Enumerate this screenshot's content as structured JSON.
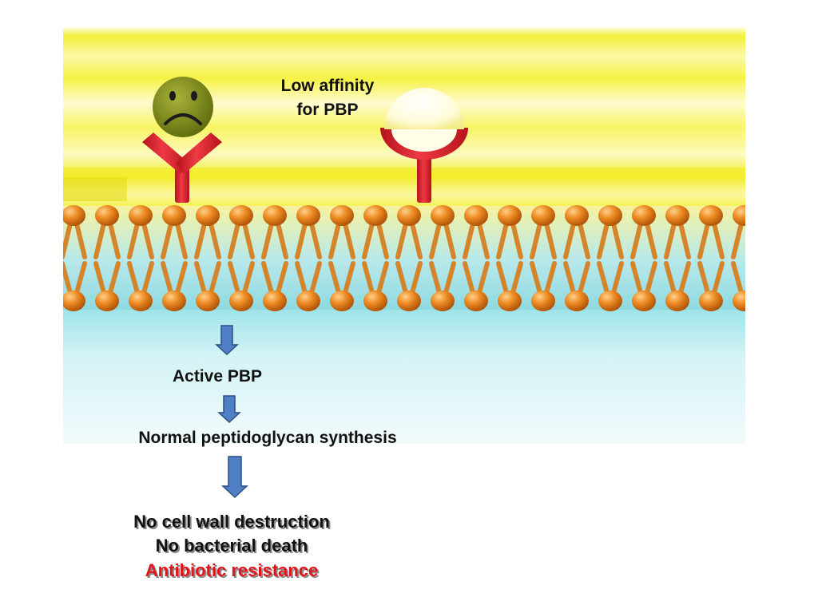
{
  "labels": {
    "affinity_line1": "Low affinity",
    "affinity_line2": "for PBP",
    "active_pbp": "Active PBP",
    "synthesis": "Normal peptidoglycan synthesis"
  },
  "outcomes": {
    "line1": "No cell wall destruction",
    "line2": "No bacterial death",
    "line3": "Antibiotic resistance"
  },
  "colors": {
    "outside_band": "#f7f241",
    "inside_band": "#c9f0f2",
    "lipid_head": "#e37c13",
    "lipid_tail": "#d98a2e",
    "receptor": "#d9202c",
    "antibiotic_face": "#7e8c18",
    "arrow": "#4f7fc4",
    "resistance_text": "#e3141b"
  },
  "icons": {
    "antibiotic": "sad-face-icon",
    "pbp_normal": "y-receptor-icon",
    "pbp_altered": "cup-receptor-icon",
    "flow": "down-arrow-icon"
  }
}
